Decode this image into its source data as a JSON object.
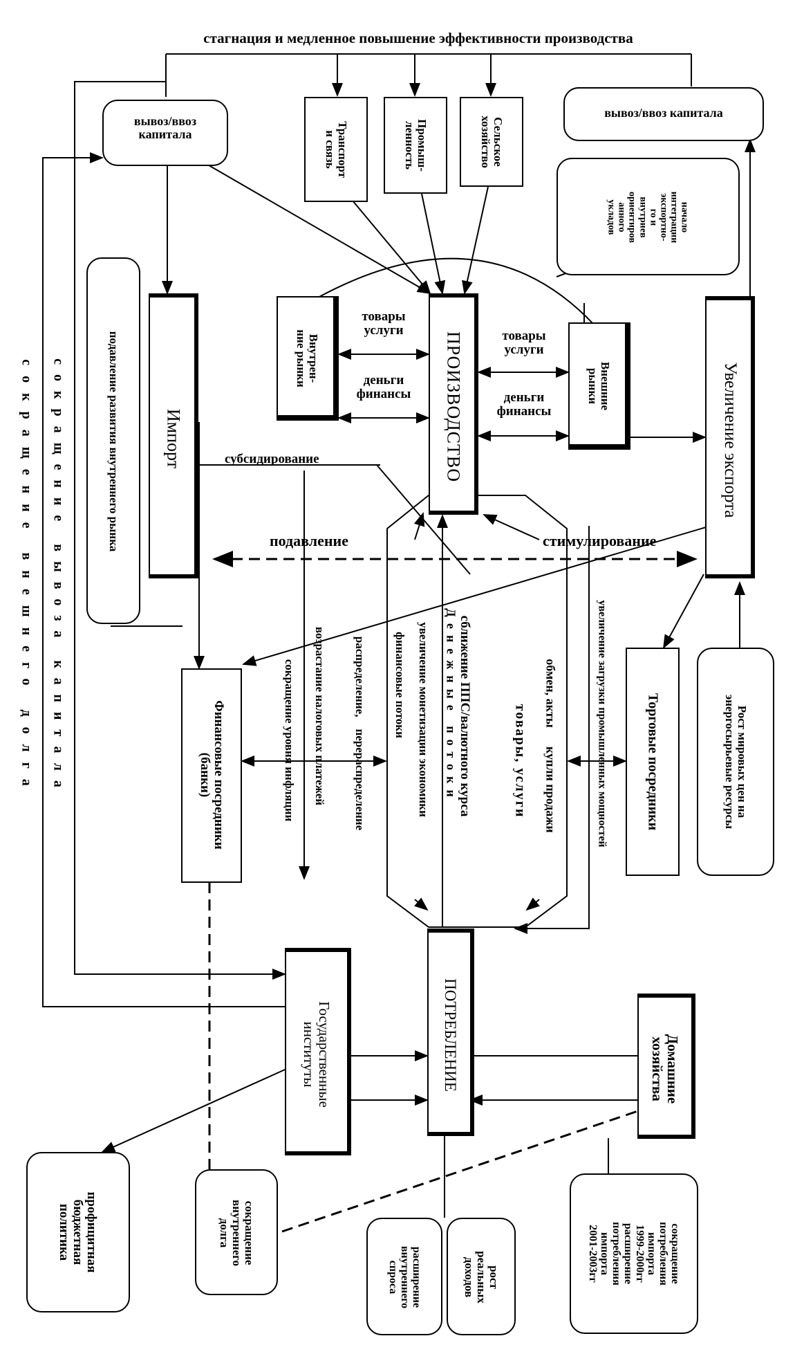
{
  "top_caption": "стагнация и медленное повышение эффективности производства",
  "boxes": {
    "capital_flow_left": "вывоз/ввоз\nкапитала",
    "capital_flow_right": "вывоз/ввоз капитала",
    "transport": "Транспорт\nи связь",
    "industry": "Промыш-\nленность",
    "agriculture": "Сельское\nхозяйство",
    "export_integration": "начало\nинтеграции\nэкспортно-\nго и\nвнутриев\nориентиров\nанного\nукладов",
    "internal_markets": "Внутрен-\nние рынки",
    "external_markets": "Внешние\nрынки",
    "production": "ПРОИЗВОДСТВО",
    "export_growth": "Увеличение экспорта",
    "import": "Импорт",
    "suppression_internal": "подавление развития внутреннего рынка",
    "financial_intermediaries": "Финансовые посредники\n(банки)",
    "trade_intermediaries": "Торговые посредники",
    "world_prices": "Рост мировых цен на\nэнергосырьевые ресурсы",
    "state_institutions": "Государственные\nинституты",
    "consumption": "ПОТРЕБЛЕНИЕ",
    "households": "Домашние\nхозяйства",
    "surplus_budget": "профицитная\nбюджетная\nполитика",
    "internal_debt": "сокращение\nвнутреннего\nдолга",
    "domestic_demand": "расширение\nвнутреннего\nспроса",
    "real_income": "рост\nреальных\nдоходов",
    "import_consumption": "сокращение\nпотребления\nимпорта\n1999-2000гг\nрасширение\nпотребления\nимпорта\n2001-2003гг"
  },
  "labels": {
    "goods_services_in": "товары\nуслуги",
    "money_finance_in": "деньги\nфинансы",
    "goods_services_out": "товары\nуслуги",
    "money_finance_out": "деньги\nфинансы",
    "subsidizing": "субсидирование",
    "suppression": "подавление",
    "stimulation": "стимулирование",
    "ppp_rate": "сближение ППС/валютного курса",
    "money_flows": "Денежные потоки",
    "monetization": "увеличение монетизации экономики",
    "financial_flows": "финансовые потоки",
    "goods_services_flow": "товары, услуги",
    "exchange_acts": "обмен, акты      купли продажи",
    "capacity_load": "увеличение загрузки промышленных мощностей",
    "distribution": "распределение,    перераспределение",
    "tax_growth": "возрастание налоговых платежей",
    "inflation_reduction": "сокращение уровня инфляции",
    "capital_export_reduction": "сокращение вывоза капитала",
    "external_debt_reduction": "сокращение внешнего долга"
  }
}
